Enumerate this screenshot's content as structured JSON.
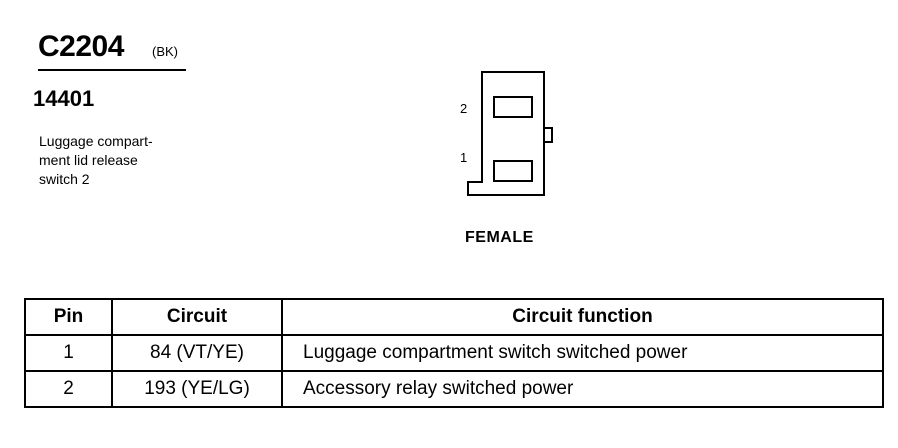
{
  "header": {
    "connector_id": "C2204",
    "connector_color": "(BK)",
    "part_number": "14401",
    "description_lines": [
      "Luggage compart-",
      "ment lid release",
      "switch 2"
    ]
  },
  "diagram": {
    "pin_labels": [
      "2",
      "1"
    ],
    "gender": "FEMALE"
  },
  "table": {
    "headers": [
      "Pin",
      "Circuit",
      "Circuit function"
    ],
    "rows": [
      {
        "pin": "1",
        "circuit": "84 (VT/YE)",
        "function": "Luggage compartment switch switched power"
      },
      {
        "pin": "2",
        "circuit": "193 (YE/LG)",
        "function": "Accessory relay switched power"
      }
    ]
  }
}
